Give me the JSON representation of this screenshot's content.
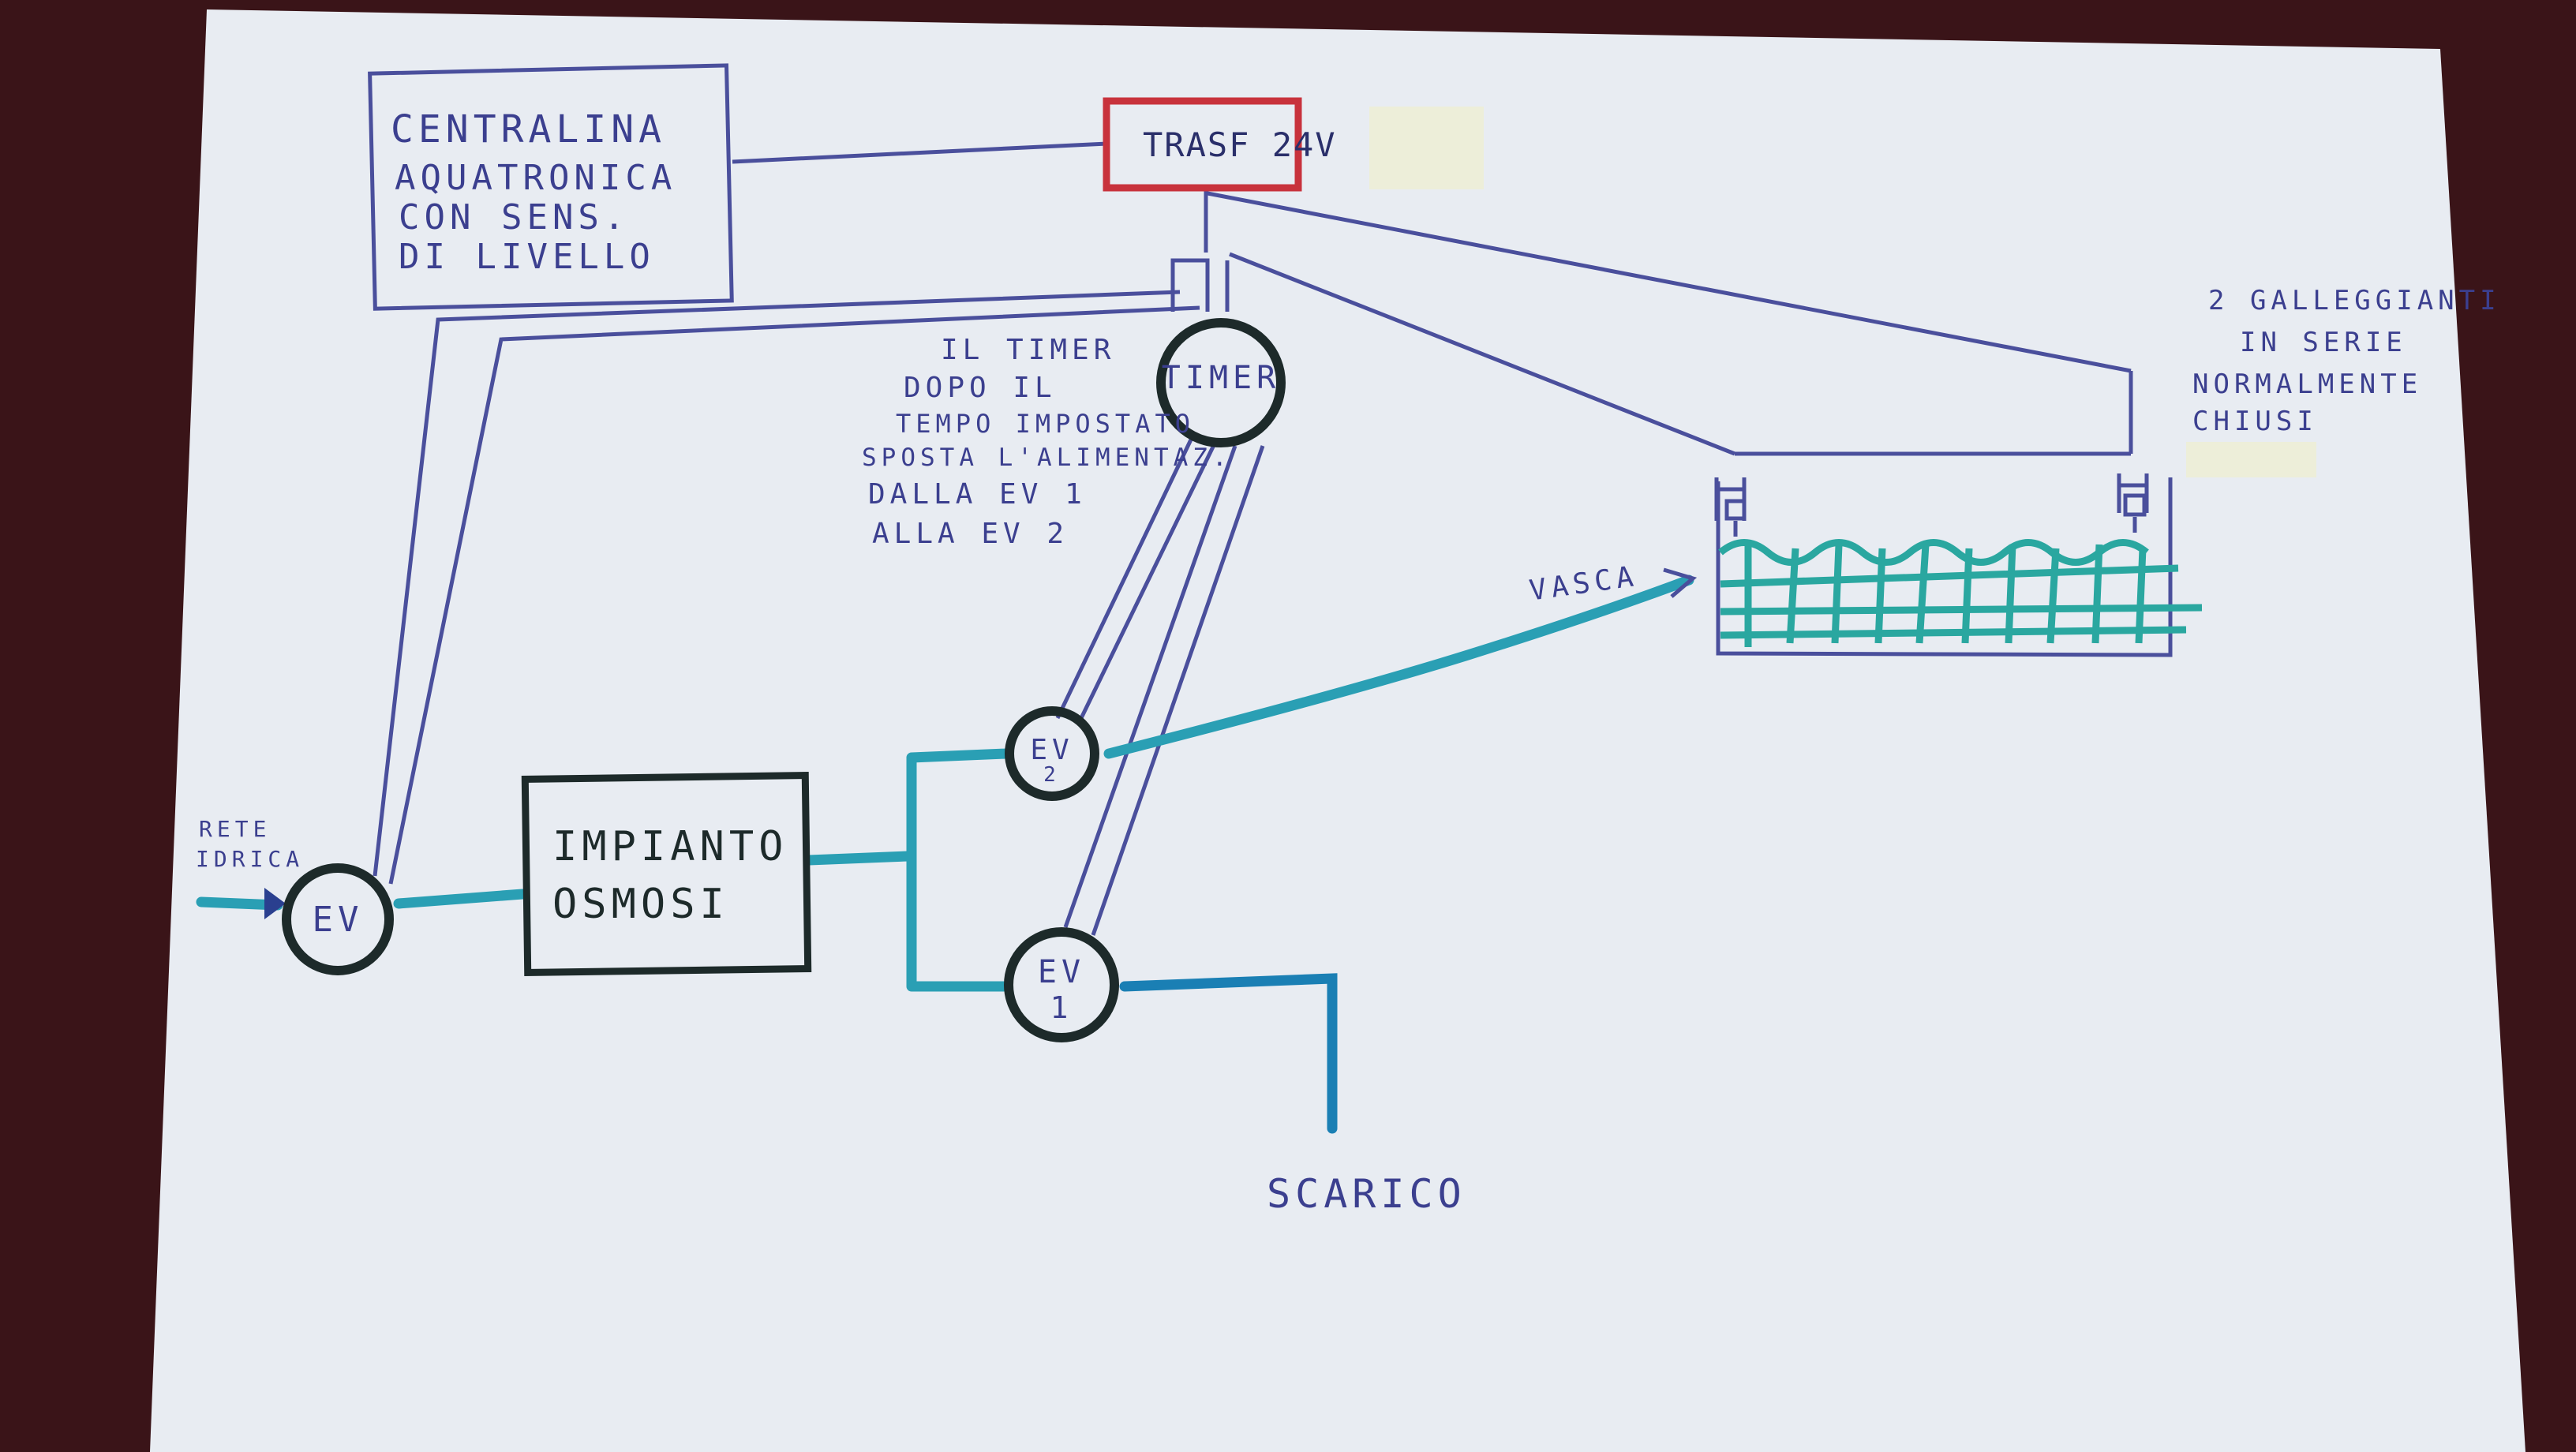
{
  "colors": {
    "paper": "#e8ecf2",
    "background": "#3a1418",
    "pen_blue": "#4a4f9c",
    "water_teal": "#2a9fb4",
    "ink_black": "#1d2a2a",
    "transformer_red": "#c8323c"
  },
  "controller": {
    "line1": "CENTRALINA",
    "line2": "AQUATRONICA",
    "line3": "CON SENS.",
    "line4": "DI LIVELLO"
  },
  "transformer": {
    "label": "TRASF 24V"
  },
  "timer": {
    "label": "TIMER"
  },
  "timer_note": {
    "line1": "IL TIMER",
    "line2": "DOPO IL",
    "line3": "TEMPO IMPOSTATO",
    "line4": "SPOSTA L'ALIMENTAZ.",
    "line5": "DALLA EV 1",
    "line6": "ALLA EV 2"
  },
  "floats_note": {
    "line1": "2 GALLEGGIANTI",
    "line2": "IN SERIE",
    "line3": "NORMALMENTE",
    "line4": "CHIUSI"
  },
  "inlet": {
    "line1": "RETE",
    "line2": "IDRICA"
  },
  "valve_main": {
    "label": "EV"
  },
  "osmosis": {
    "line1": "IMPIANTO",
    "line2": "OSMOSI"
  },
  "valve_2": {
    "label": "EV",
    "number": "2"
  },
  "valve_1": {
    "label": "EV",
    "number": "1"
  },
  "tank": {
    "label": "VASCA"
  },
  "drain": {
    "label": "SCARICO"
  }
}
